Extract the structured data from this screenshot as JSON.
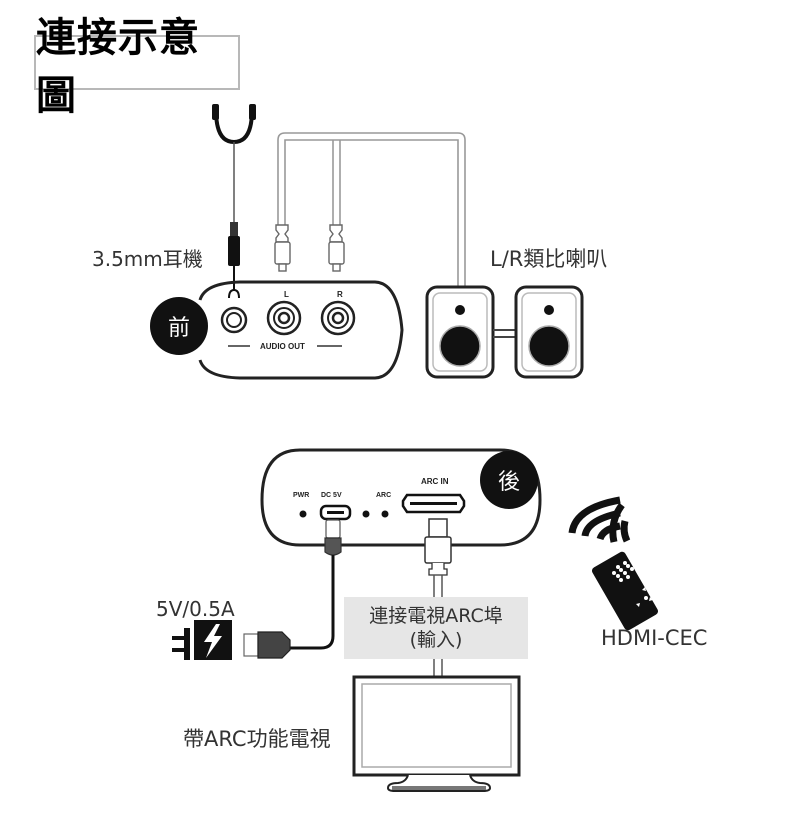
{
  "title": "連接示意圖",
  "front": {
    "badge": "前",
    "headphone_label": "3.5mm耳機",
    "speaker_label": "L/R類比喇叭",
    "port_labels": {
      "left": "L",
      "right": "R",
      "audio_out": "AUDIO OUT"
    }
  },
  "back": {
    "badge": "後",
    "port_labels": {
      "pwr": "PWR",
      "dc": "DC 5V",
      "arc": "ARC",
      "arc_in": "ARC IN"
    },
    "power_label": "5V/0.5A",
    "arc_box": {
      "line1": "連接電視ARC埠",
      "line2": "(輸入)"
    },
    "tv_label": "帶ARC功能電視",
    "remote_label": "HDMI-CEC"
  },
  "colors": {
    "ink": "#111111",
    "cable": "#9a9a9a",
    "box": "#e6e6e6",
    "frame": "#b8b8b8"
  }
}
